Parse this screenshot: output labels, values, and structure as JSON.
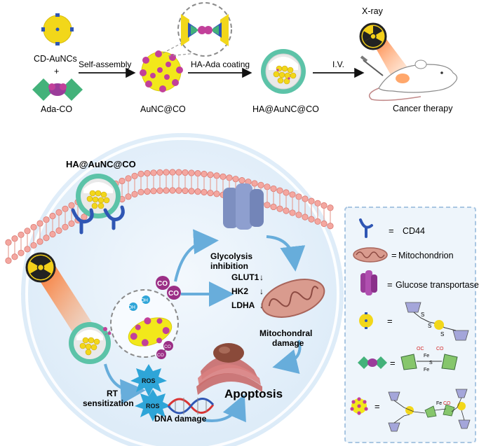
{
  "top": {
    "cd_aunc": "CD-AuNCs",
    "plus": "+",
    "ada_co": "Ada-CO",
    "self_assembly": "Self-assembly",
    "aunc_co": "AuNC@CO",
    "ha_coating": "HA-Ada coating",
    "ha_aunc_co": "HA@AuNC@CO",
    "iv": "I.V.",
    "xray": "X-ray",
    "cancer_therapy": "Cancer therapy"
  },
  "cell": {
    "ha_label": "HA@AuNC@CO",
    "glycolysis": "Glycolysis",
    "inhibition": "inhibition",
    "co1": "CO",
    "co2": "CO",
    "co_small1": "CO",
    "co_small2": "CO",
    "oh1": "•OH",
    "oh2": "•OH",
    "glut1": "GLUT1",
    "hk2": "HK2",
    "ldha": "LDHA",
    "down": "↓",
    "mito_damage1": "Mitochondral",
    "mito_damage2": "damage",
    "rt1": "RT",
    "rt2": "sensitization",
    "ros1": "ROS",
    "ros2": "ROS",
    "dna_damage": "DNA damage",
    "apoptosis": "Apoptosis"
  },
  "legend": {
    "cd44": "CD44",
    "mito": "Mitochondrion",
    "glucose": "Glucose transportase",
    "eq": "=",
    "s": "S",
    "fe": "Fe",
    "oc": "OC",
    "co": "CO"
  },
  "colors": {
    "gold": "#f2d71a",
    "magenta": "#c2409a",
    "teal": "#5cc3a8",
    "membrane": "#f4a7a0",
    "cell_bg": "#e7f1fb",
    "orange": "#ff7a1a",
    "blue_arrow": "#5aa6d8"
  }
}
